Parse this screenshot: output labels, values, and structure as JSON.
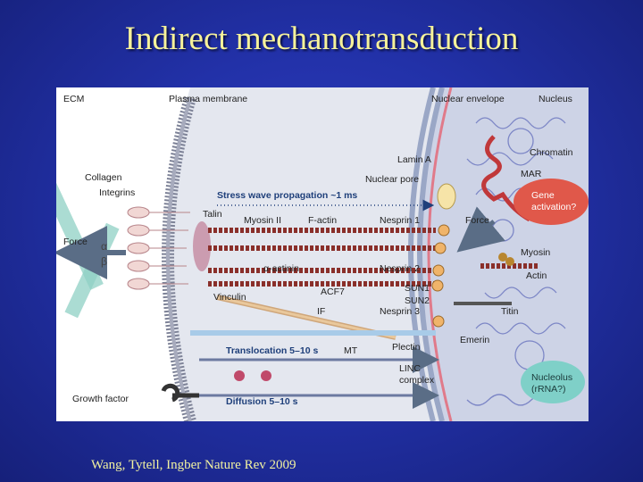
{
  "slide": {
    "title": "Indirect mechanotransduction",
    "citation": "Wang, Tytell, Ingber Nature Rev 2009"
  },
  "figure": {
    "labels": {
      "ecm": "ECM",
      "plasma_membrane": "Plasma membrane",
      "nuclear_envelope": "Nuclear envelope",
      "nucleus": "Nucleus",
      "chromatin": "Chromatin",
      "lamin_a": "Lamin A",
      "mar": "MAR",
      "nuclear_pore": "Nuclear pore",
      "collagen": "Collagen",
      "integrins": "Integrins",
      "stress_wave": "Stress wave propagation ~1 ms",
      "talin": "Talin",
      "myosin_ii": "Myosin II",
      "f_actin": "F-actin",
      "nesprin_1": "Nesprin 1",
      "force_left": "Force",
      "force_right": "Force",
      "alpha": "α",
      "beta": "β",
      "gene_activation_1": "Gene",
      "gene_activation_2": "activation?",
      "myosin": "Myosin",
      "alpha_actinin": "α-actinin",
      "nesprin_2": "Nesprin 2",
      "actin": "Actin",
      "vinculin": "Vinculin",
      "acf7": "ACF7",
      "sun1": "SUN1",
      "sun2": "SUN2",
      "if": "IF",
      "nesprin_3": "Nesprin 3",
      "titin": "Titin",
      "emerin": "Emerin",
      "translocation": "Translocation 5–10 s",
      "mt": "MT",
      "plectin": "Plectin",
      "linc_1": "LINC",
      "linc_2": "complex",
      "growth_factor": "Growth factor",
      "diffusion": "Diffusion 5–10 s",
      "nucleolus_1": "Nucleolus",
      "nucleolus_2": "(rRNA?)"
    },
    "colors": {
      "nucleus_fill": "#c9cfe4",
      "cytoplasm_fill": "#e3e6ee",
      "membrane": "#8a8fa6",
      "actin": "#8a2f2a",
      "myosin": "#b8862f",
      "gene_activation": "#e0584a",
      "nucleolus": "#7fd0c8",
      "lamina": "#e07a8a"
    }
  }
}
